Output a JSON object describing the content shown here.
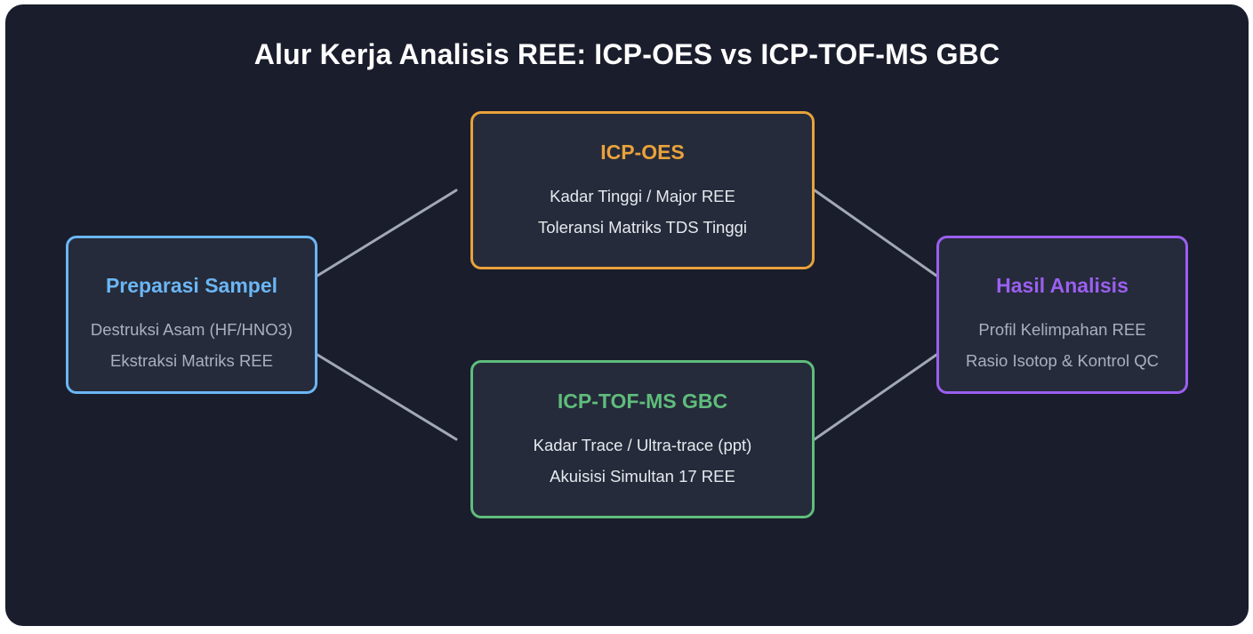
{
  "title": "Alur Kerja Analisis REE: ICP-OES vs ICP-TOF-MS GBC",
  "colors": {
    "background": "#1a1d2c",
    "node_fill": "#252b3a",
    "connector": "#a1a8b8",
    "preparasi": "#6bb6f5",
    "icp_oes": "#e9a23b",
    "icp_tof": "#5fbd7c",
    "hasil": "#9b5ff0"
  },
  "nodes": {
    "preparasi": {
      "title": "Preparasi Sampel",
      "lines": [
        "Destruksi Asam (HF/HNO3)",
        "Ekstraksi Matriks REE"
      ]
    },
    "icp_oes": {
      "title": "ICP-OES",
      "lines": [
        "Kadar Tinggi / Major REE",
        "Toleransi Matriks TDS Tinggi"
      ]
    },
    "icp_tof": {
      "title": "ICP-TOF-MS GBC",
      "lines": [
        "Kadar Trace / Ultra-trace (ppt)",
        "Akuisisi Simultan 17 REE"
      ]
    },
    "hasil": {
      "title": "Hasil Analisis",
      "lines": [
        "Profil Kelimpahan REE",
        "Rasio Isotop & Kontrol QC"
      ]
    }
  },
  "edges": [
    {
      "from": "preparasi",
      "to": "icp_oes"
    },
    {
      "from": "preparasi",
      "to": "icp_tof"
    },
    {
      "from": "icp_oes",
      "to": "hasil"
    },
    {
      "from": "icp_tof",
      "to": "hasil"
    }
  ]
}
